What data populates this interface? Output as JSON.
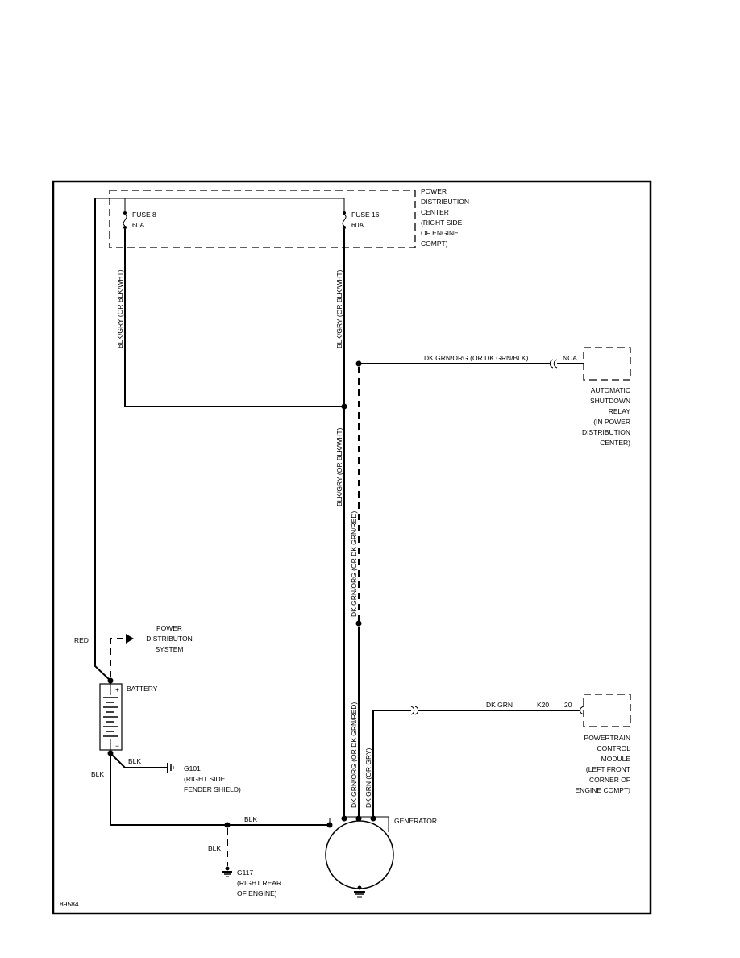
{
  "power_distribution_center": {
    "lines": [
      "POWER",
      "DISTRIBUTION",
      "CENTER",
      "(RIGHT SIDE",
      "OF ENGINE",
      "COMPT)"
    ]
  },
  "fuse_8": {
    "name": "FUSE 8",
    "rating": "60A"
  },
  "fuse_16": {
    "name": "FUSE 16",
    "rating": "60A"
  },
  "wires": {
    "left_vertical": "BLK/GRY (OR BLK/WHT)",
    "right_vertical_upper": "BLK/GRY (OR BLK/WHT)",
    "right_vertical_lower": "BLK/GRY (OR BLK/WHT)",
    "dashed_vertical": "DK GRN/ORG (OR DK GRN/RED)",
    "asd_horizontal": "DK GRN/ORG (OR DK GRN/BLK)",
    "gen_left": "DK GRN/ORG (OR DK GRN/RED)",
    "gen_right": "DK GRN (OR GRY)",
    "pcm_horizontal": "DK GRN",
    "red": "RED",
    "blk_g101": "BLK",
    "blk_battery": "BLK",
    "blk_generator": "BLK",
    "blk_g117": "BLK"
  },
  "asd_relay": {
    "pin": "NCA",
    "lines": [
      "AUTOMATIC",
      "SHUTDOWN",
      "RELAY",
      "(IN POWER",
      "DISTRIBUTION",
      "CENTER)"
    ]
  },
  "pcm": {
    "cavity": "K20",
    "pin": "20",
    "lines": [
      "POWERTRAIN",
      "CONTROL",
      "MODULE",
      "(LEFT FRONT",
      "CORNER OF",
      "ENGINE COMPT)"
    ]
  },
  "power_distribution_system": {
    "lines": [
      "POWER",
      "DISTRIBUTON",
      "SYSTEM"
    ]
  },
  "battery": {
    "label": "BATTERY",
    "plus": "+",
    "minus": "−"
  },
  "g101": {
    "lines": [
      "G101",
      "(RIGHT SIDE",
      "FENDER SHIELD)"
    ]
  },
  "g117": {
    "lines": [
      "G117",
      "(RIGHT REAR",
      "OF ENGINE)"
    ]
  },
  "generator": {
    "label": "GENERATOR"
  },
  "figure_id": "89584"
}
